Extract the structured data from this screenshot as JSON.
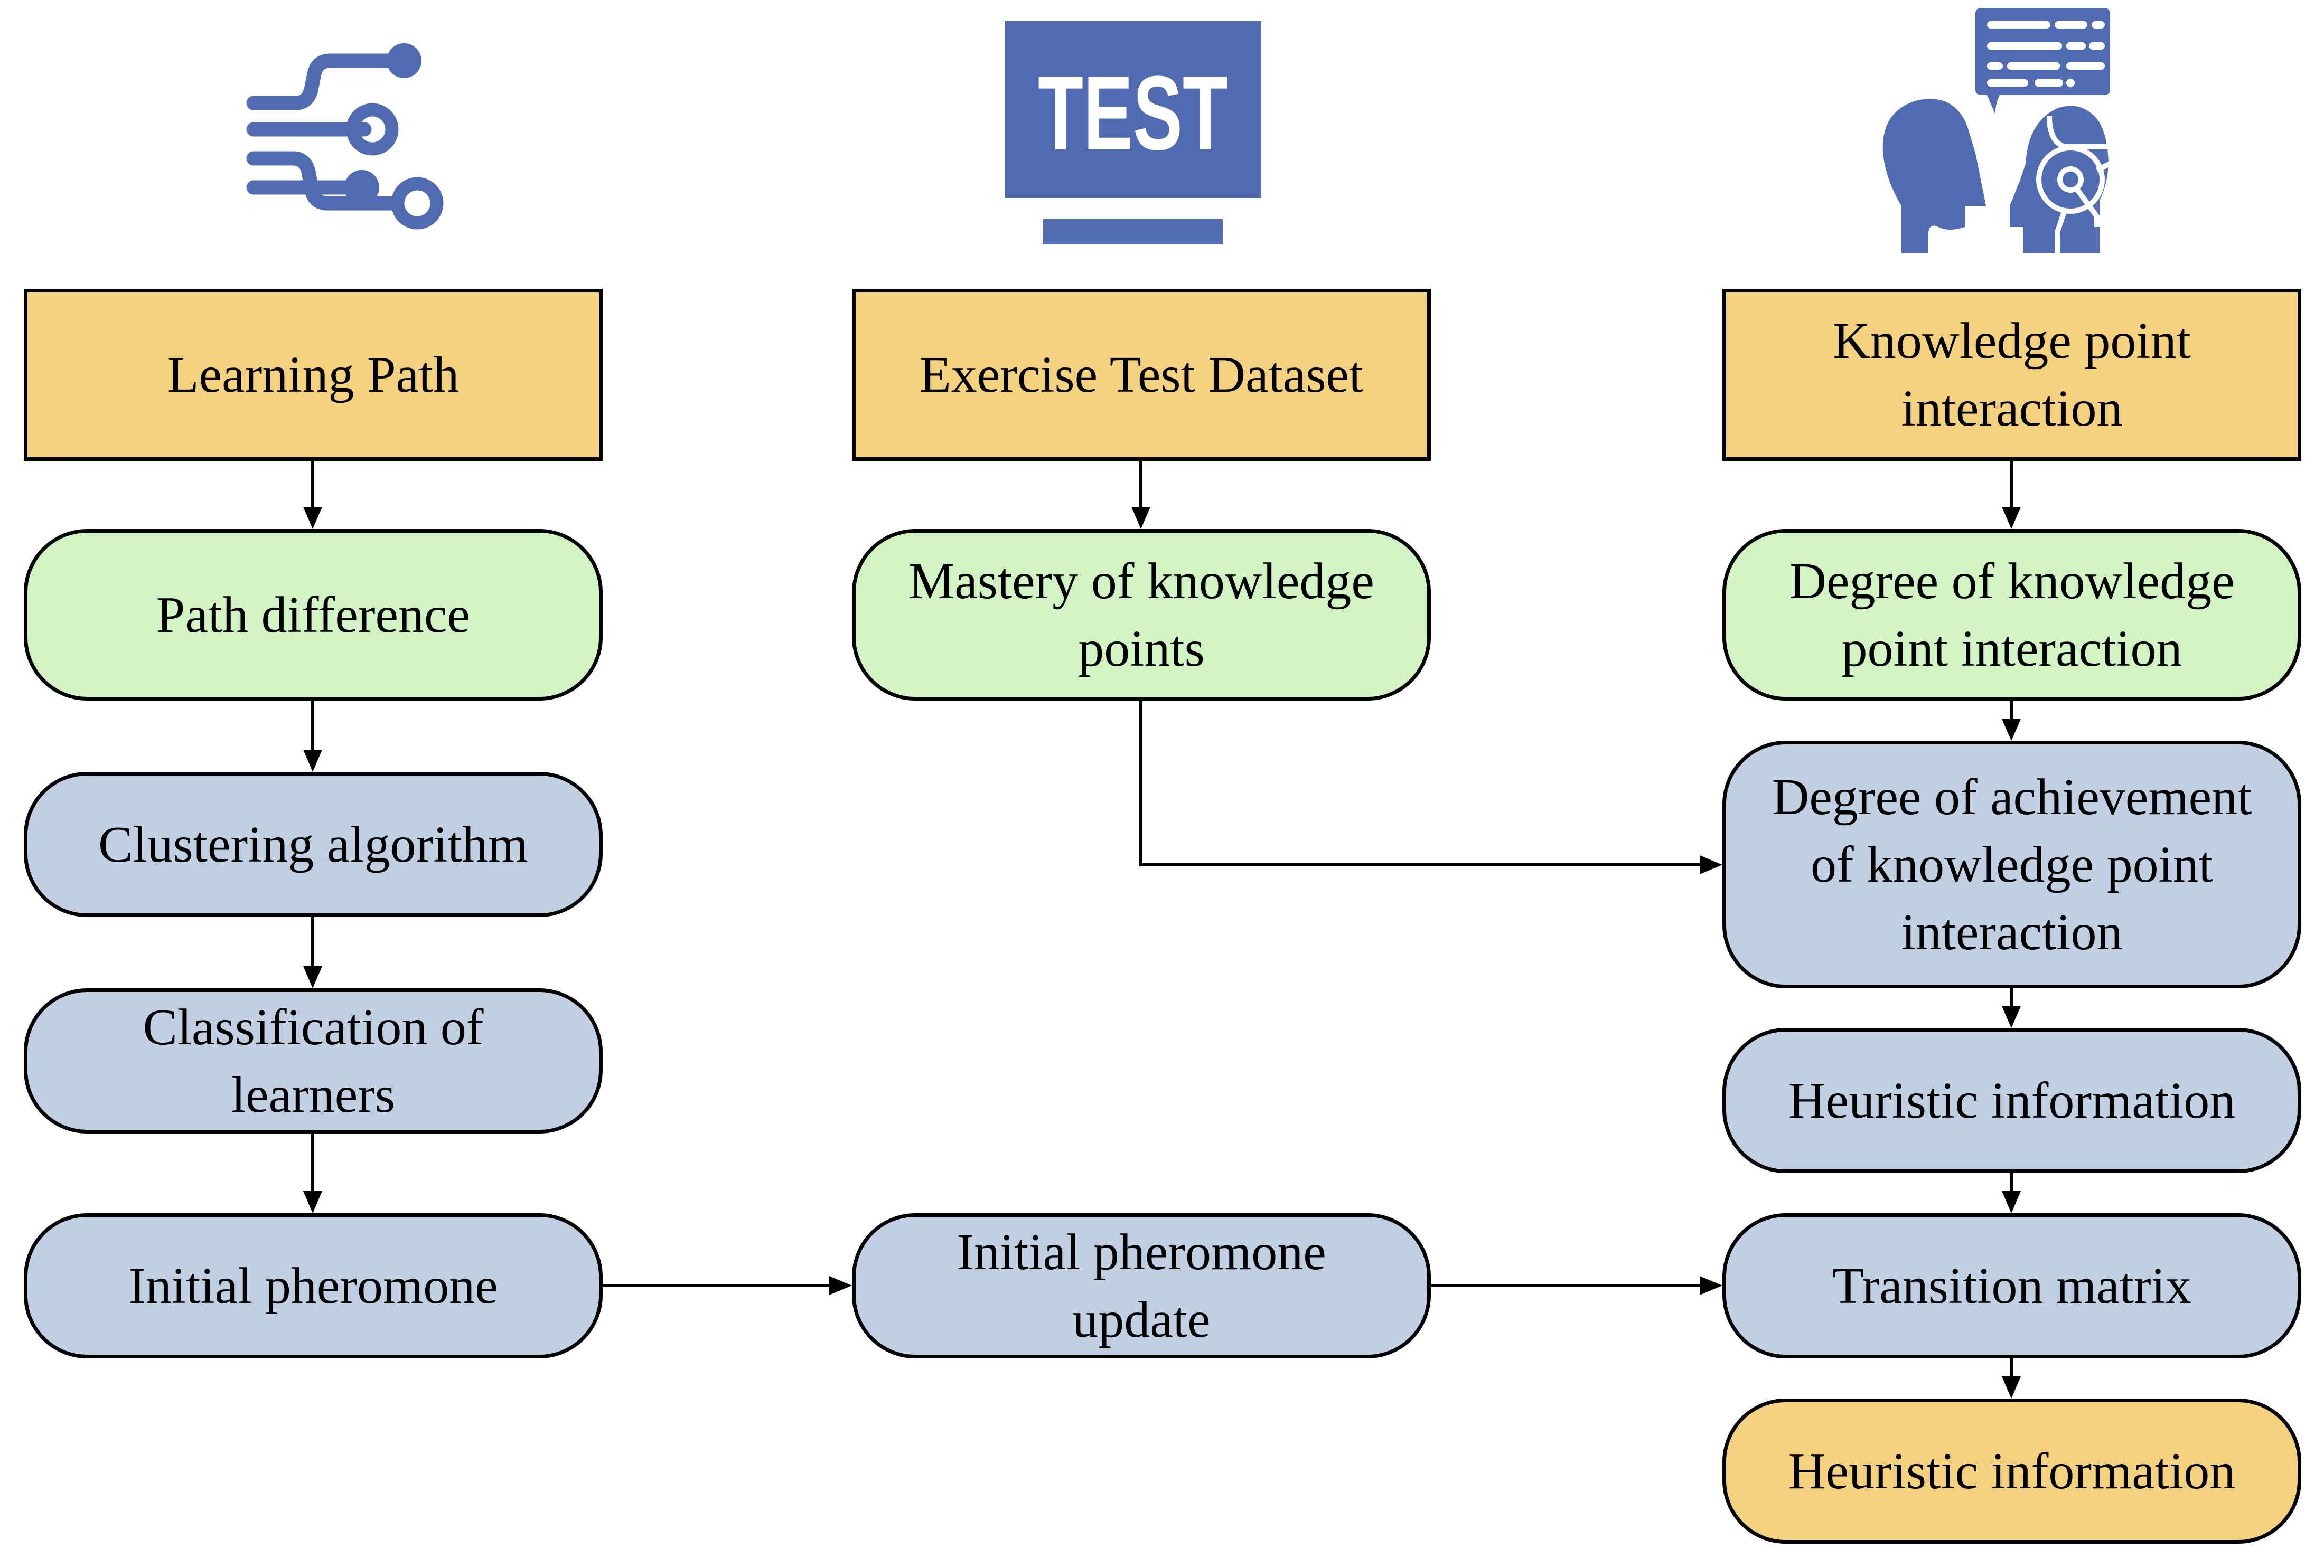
{
  "diagram": {
    "colors": {
      "icon_blue": "#516BB3",
      "header_fill": "#F3D17E",
      "first_step_fill": "#D2F3C4",
      "process_fill": "#C1CFE3",
      "final_fill": "#F3D17E"
    },
    "icons": {
      "col1": "circuit-path-icon",
      "col2": "test-monitor-icon",
      "col3": "human-ai-conversation-icon",
      "test_label": "TEST"
    },
    "columns": [
      {
        "header": "Learning Path",
        "steps": [
          "Path difference",
          "Clustering algorithm",
          "Classification of learners",
          "Initial pheromone"
        ]
      },
      {
        "header": "Exercise Test Dataset",
        "steps": [
          "Mastery of knowledge points",
          "Initial pheromone update"
        ]
      },
      {
        "header": "Knowledge point interaction",
        "steps": [
          "Degree of knowledge point interaction",
          "Degree of achievement of knowledge point interaction",
          "Heuristic information",
          "Transition matrix",
          "Heuristic information"
        ]
      }
    ],
    "edges": [
      [
        "Learning Path",
        "Path difference"
      ],
      [
        "Path difference",
        "Clustering algorithm"
      ],
      [
        "Clustering algorithm",
        "Classification of learners"
      ],
      [
        "Classification of learners",
        "Initial pheromone"
      ],
      [
        "Initial pheromone",
        "Initial pheromone update"
      ],
      [
        "Initial pheromone update",
        "Transition matrix"
      ],
      [
        "Exercise Test Dataset",
        "Mastery of knowledge points"
      ],
      [
        "Mastery of knowledge points",
        "Degree of achievement of knowledge point interaction"
      ],
      [
        "Knowledge point interaction",
        "Degree of knowledge point interaction"
      ],
      [
        "Degree of knowledge point interaction",
        "Degree of achievement of knowledge point interaction"
      ],
      [
        "Degree of achievement of knowledge point interaction",
        "Heuristic information"
      ],
      [
        "Heuristic information",
        "Transition matrix"
      ],
      [
        "Transition matrix",
        "Heuristic information (final)"
      ]
    ]
  }
}
